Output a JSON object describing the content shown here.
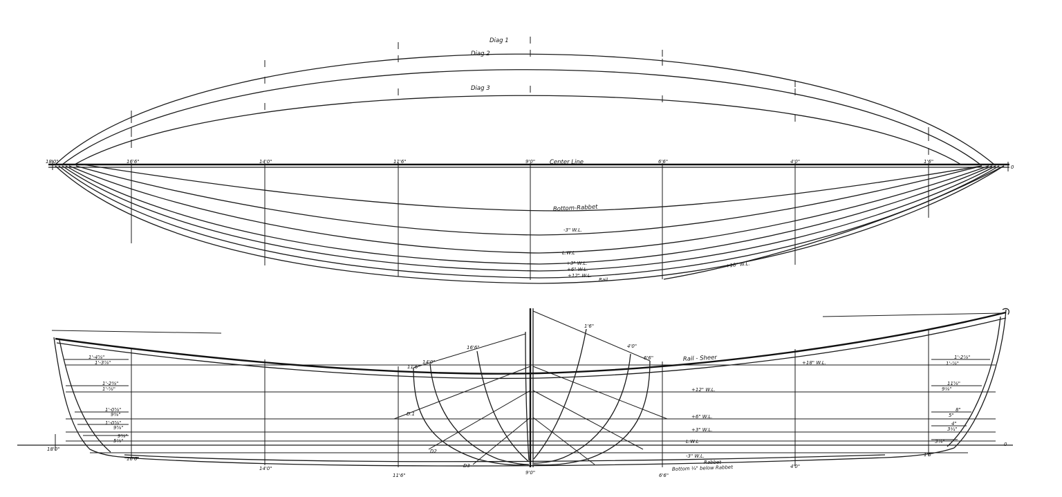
{
  "half_breadth_plan": {
    "diagonals": [
      "Diag 1",
      "Diag 2",
      "Diag 3"
    ],
    "station_labels": [
      "18'0\"",
      "16'6\"",
      "14'0\"",
      "11'6\"",
      "9'0\"",
      "6'6\"",
      "4'0\"",
      "1'6\"",
      "0"
    ],
    "center_line_label": "Center Line",
    "waterline_labels": {
      "bottom_rabbet": "Bottom-Rabbet",
      "minus3_wl": "-3\" W.L.",
      "lwl": "L.W.L",
      "plus3_wl": "+3\" W.L.",
      "plus6_wl": "+6\" W.L.",
      "plus12_wl": "+12\" W.L.",
      "rail": "Rail",
      "plus18_wl": "+18\" W.L."
    }
  },
  "profile": {
    "station_labels": [
      "18'0\"",
      "16'6\"",
      "14'0\"",
      "11'6\"",
      "9'0\"",
      "6'6\"",
      "4'0\"",
      "1'6\""
    ],
    "rail_sheer_label": "Rail - Sheer",
    "waterline_labels": {
      "plus18_wl": "+18\" W.L.",
      "plus12_wl": "+12\" W.L.",
      "plus6_wl": "+6\" W.L.",
      "plus3_wl": "+3\" W.L.",
      "lwl": "L.W.L",
      "minus3_wl": "-3\" W.L.",
      "rabbet": "Rabbet",
      "bottom_note": "Bottom ¼\" below Rabbet"
    },
    "end_stations": [
      "18'0\"",
      "0"
    ]
  },
  "body_plan": {
    "station_labels": [
      "11'6\"",
      "14'0\"",
      "16'6\"",
      "1'6\"",
      "4'0\"",
      "6'6\""
    ],
    "diagonal_labels": [
      "D.1",
      "D2",
      "D3"
    ]
  },
  "offsets_aft": [
    "1'-4⅝\"",
    "1'-3⅞\"",
    "1'-2⅜\"",
    "1'-⅝\"",
    "1'-0⅝\"",
    "9⅜\"",
    "1'-0⅝\"",
    "9⅝\"",
    "9⅜\"",
    "5⅞\""
  ],
  "offsets_fwd": [
    "1'-2⅞\"",
    "1'-⅞\"",
    "11⅝\"",
    "9⅛\"",
    "8\"",
    "5\"",
    "4\"",
    "3¼\"",
    "3⅞\""
  ]
}
